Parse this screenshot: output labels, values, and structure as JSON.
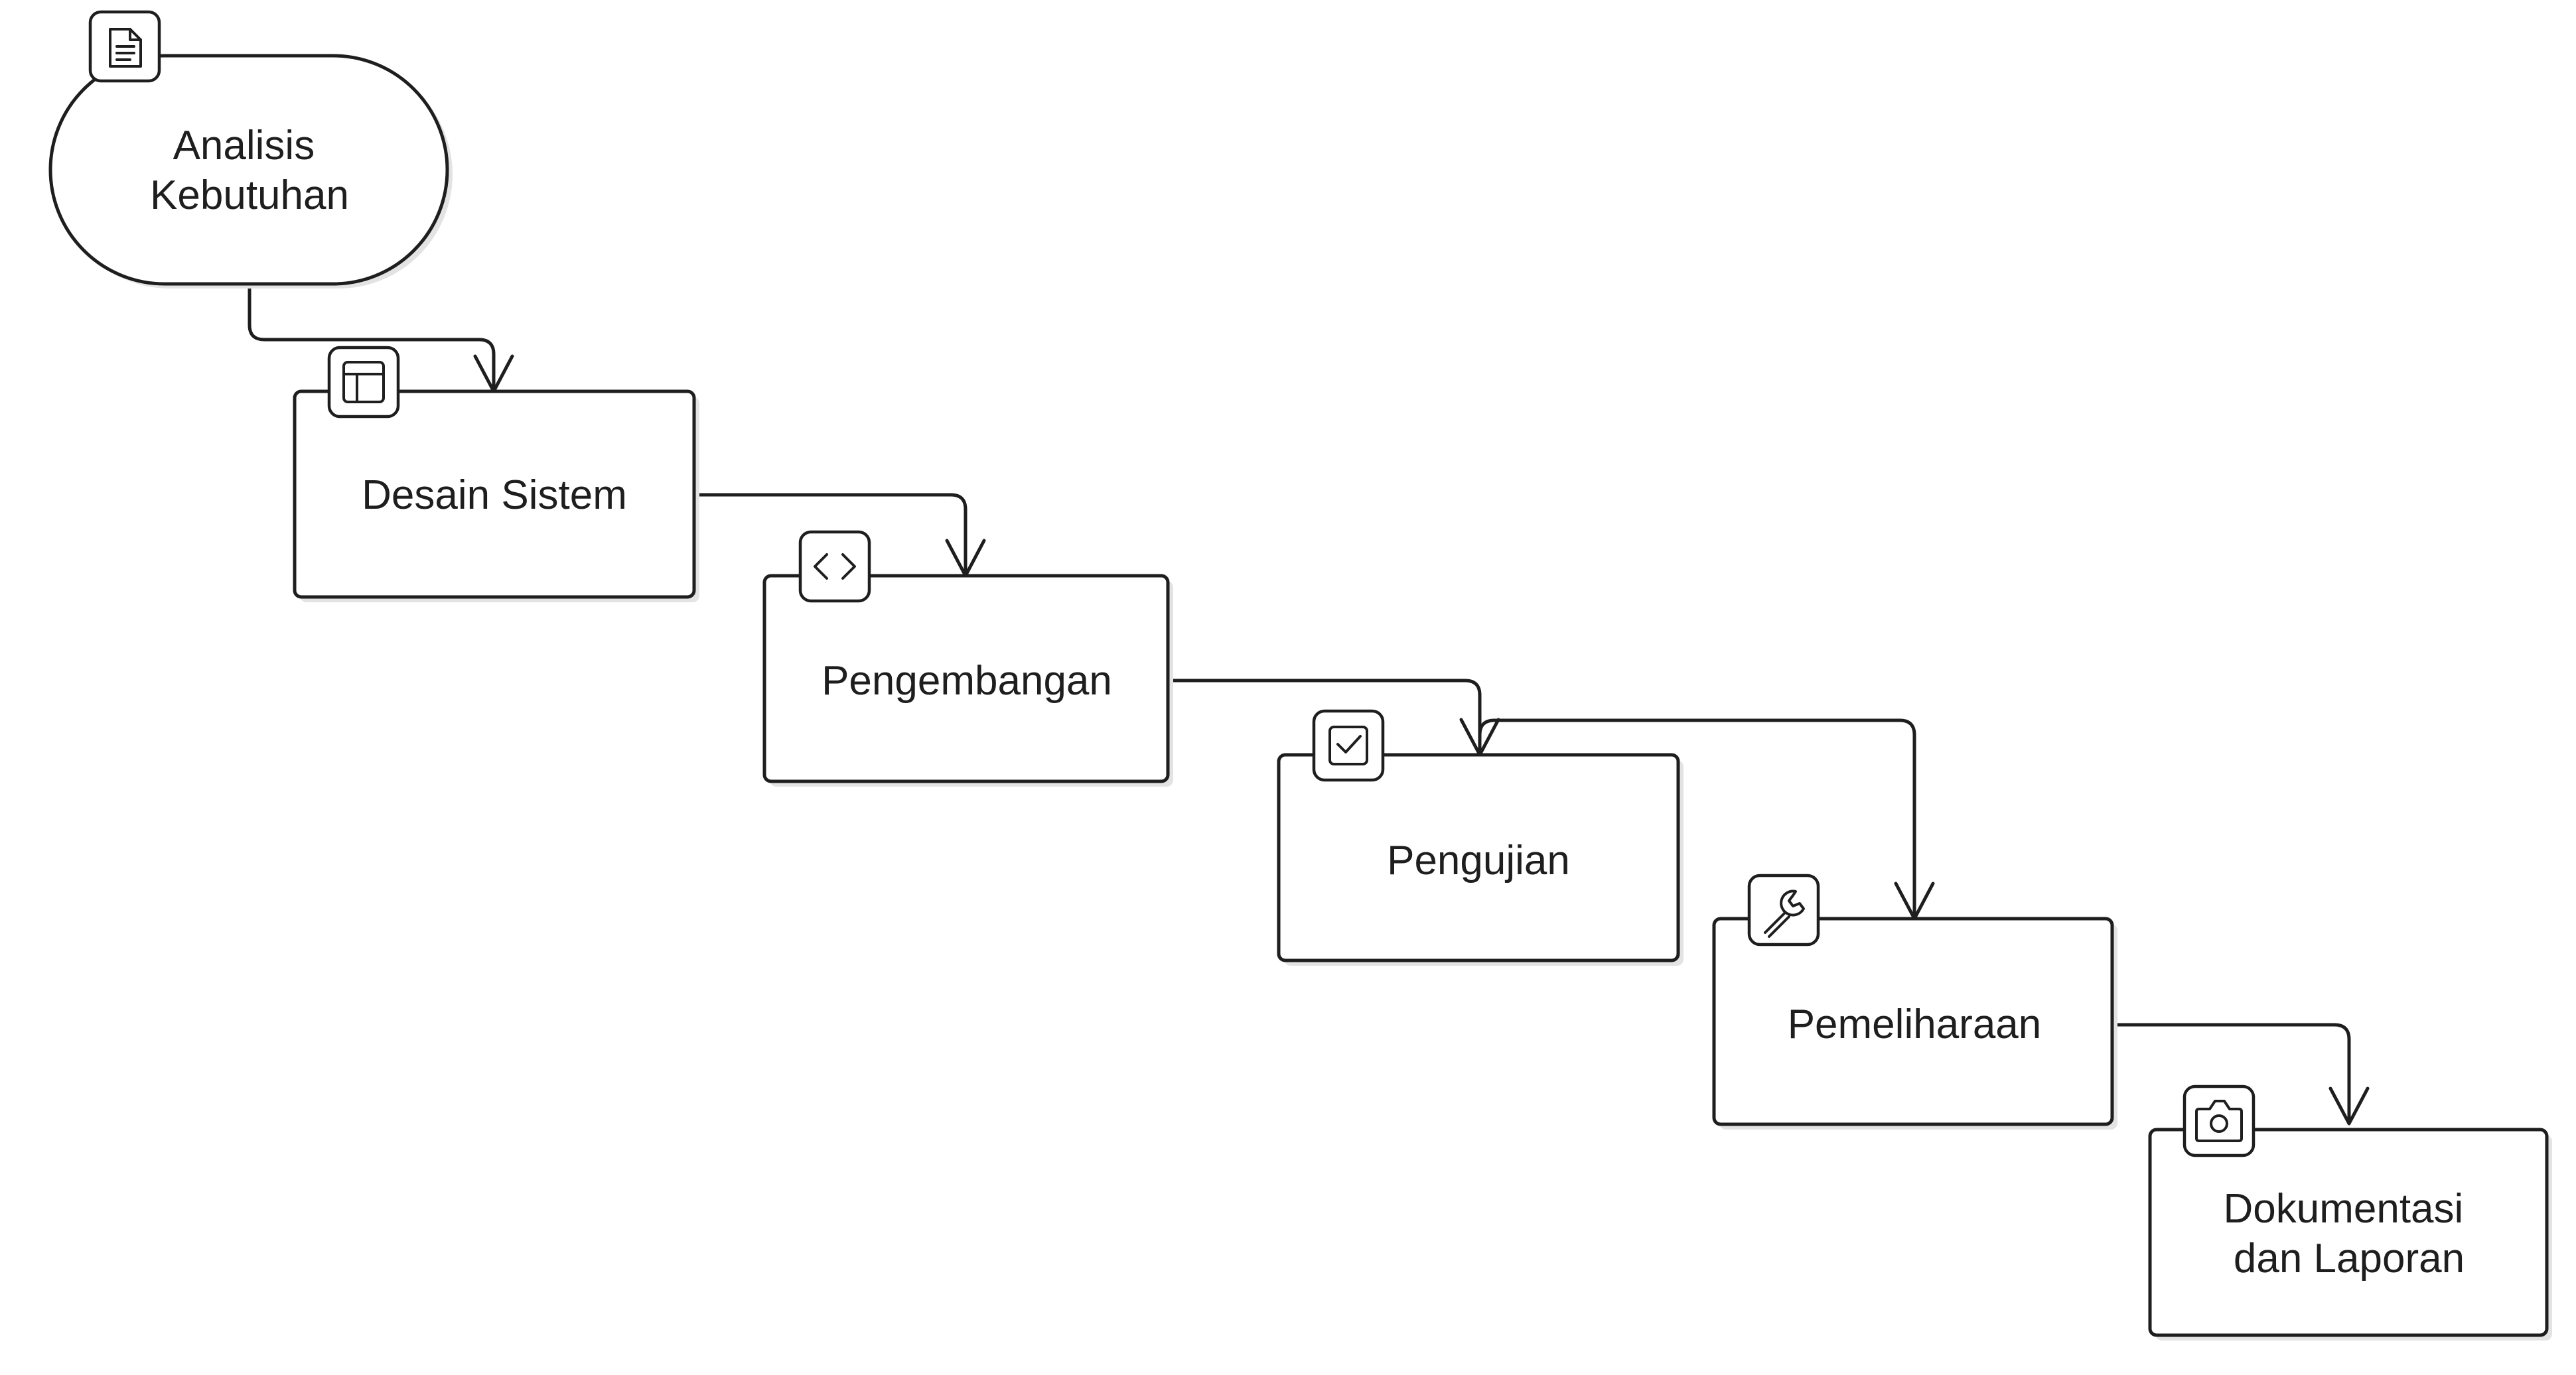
{
  "diagram": {
    "colors": {
      "stroke": "#1e1e1e",
      "fill": "#ffffff",
      "shadow": "#e3e3e3"
    },
    "nodes": [
      {
        "id": "analisis",
        "lines": [
          "Analisis",
          "Kebutuhan"
        ],
        "shape": "rounded-pill",
        "icon": "document-icon"
      },
      {
        "id": "desain",
        "lines": [
          "Desain Sistem"
        ],
        "shape": "rectangle",
        "icon": "layout-icon"
      },
      {
        "id": "pengembangan",
        "lines": [
          "Pengembangan"
        ],
        "shape": "rectangle",
        "icon": "code-icon"
      },
      {
        "id": "pengujian",
        "lines": [
          "Pengujian"
        ],
        "shape": "rectangle",
        "icon": "checkbox-icon"
      },
      {
        "id": "pemeliharaan",
        "lines": [
          "Pemeliharaan"
        ],
        "shape": "rectangle",
        "icon": "wrench-icon"
      },
      {
        "id": "dokumentasi",
        "lines": [
          "Dokumentasi",
          "dan Laporan"
        ],
        "shape": "rectangle",
        "icon": "camera-icon"
      }
    ],
    "edges": [
      {
        "from": "analisis",
        "to": "desain"
      },
      {
        "from": "desain",
        "to": "pengembangan"
      },
      {
        "from": "pengembangan",
        "to": "pengujian"
      },
      {
        "from": "pengujian",
        "to": "pemeliharaan"
      },
      {
        "from": "pemeliharaan",
        "to": "dokumentasi"
      }
    ]
  }
}
